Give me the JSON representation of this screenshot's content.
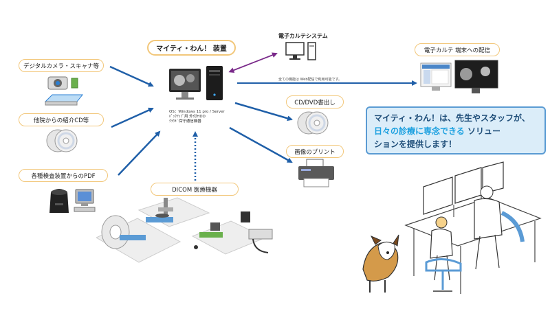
{
  "center": {
    "title": "マイティ・わん！ 装置",
    "os_lines": [
      "OS：Windows 11 pro / Server",
      "ﾊﾞｯｸｱｯﾌﾟ用 外付HDD",
      "ｸﾗｳﾄﾞ保守通信機器"
    ]
  },
  "inputs": [
    {
      "label": "デジタルカメラ・スキャナ等"
    },
    {
      "label": "他院からの紹介CD等"
    },
    {
      "label": "各種検査装置からのPDF"
    }
  ],
  "dicom": {
    "label": "DICOM 医療機器"
  },
  "outputs": {
    "ehr": {
      "label": "電子カルテシステム"
    },
    "terminal": {
      "label": "電子カルテ 端末への配信"
    },
    "web_note": "全ての機能は Web配信で利用可能です。",
    "cd_dvd": {
      "label": "CD/DVD書出し"
    },
    "print": {
      "label": "画像のプリント"
    }
  },
  "callout": {
    "part1": "マイティ・わん！は、先生やスタッフが、",
    "highlight": "日々の診療に専念できる",
    "part2": " ソリュー",
    "part3": "ションを提供します！"
  },
  "colors": {
    "arrow": "#1f5fa8",
    "label_border": "#f2c77a",
    "callout_border": "#5a9bd3",
    "callout_bg": "#dbedf9",
    "highlight": "#1da1e0",
    "ehr_arrow": "#7a2a8a"
  }
}
